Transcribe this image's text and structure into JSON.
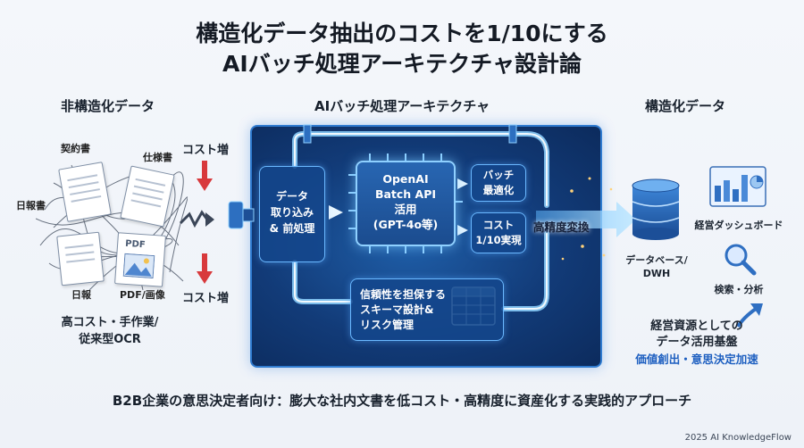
{
  "title": {
    "line1": "構造化データ抽出のコストを1/10にする",
    "line2": "AIバッチ処理アーキテクチャ設計論"
  },
  "left": {
    "heading": "非構造化データ",
    "docs": {
      "contract": "契約書",
      "spec": "仕様書",
      "daily_report": "日報書",
      "daily": "日報",
      "pdf_image": "PDF/画像",
      "pdf_tag": "PDF"
    },
    "cost_up_1": "コスト増",
    "cost_up_2": "コスト増",
    "sub_line1": "高コスト・手作業/",
    "sub_line2": "従来型OCR"
  },
  "center": {
    "heading": "AIバッチ処理アーキテクチャ",
    "ingest": [
      "データ",
      "取り込み",
      "& 前処理"
    ],
    "chip": [
      "OpenAI",
      "Batch API",
      "活用",
      "(GPT-4o等)"
    ],
    "batch": [
      "バッチ",
      "最適化"
    ],
    "cost": [
      "コスト",
      "1/10実現"
    ],
    "schema": [
      "信頼性を担保する",
      "スキーマ設計&",
      "リスク管理"
    ],
    "high_precision": "高精度変換"
  },
  "right": {
    "heading": "構造化データ",
    "db_line1": "データベース/",
    "db_line2": "DWH",
    "dashboard": "経営ダッシュボード",
    "search": "検索・分析",
    "sub_line1": "経営資源としての",
    "sub_line2": "データ活用基盤",
    "value": "価値創出・意思決定加速"
  },
  "bottom_text": "B2B企業の意思決定者向け：膨大な社内文書を低コスト・高精度に資産化する実践的アプローチ",
  "footer": "2025 AI KnowledgeFlow",
  "colors": {
    "panel": "#123b78",
    "glow": "#6ab8ff",
    "red_arrow": "#d8393c",
    "accent_blue": "#1d5fc0"
  }
}
